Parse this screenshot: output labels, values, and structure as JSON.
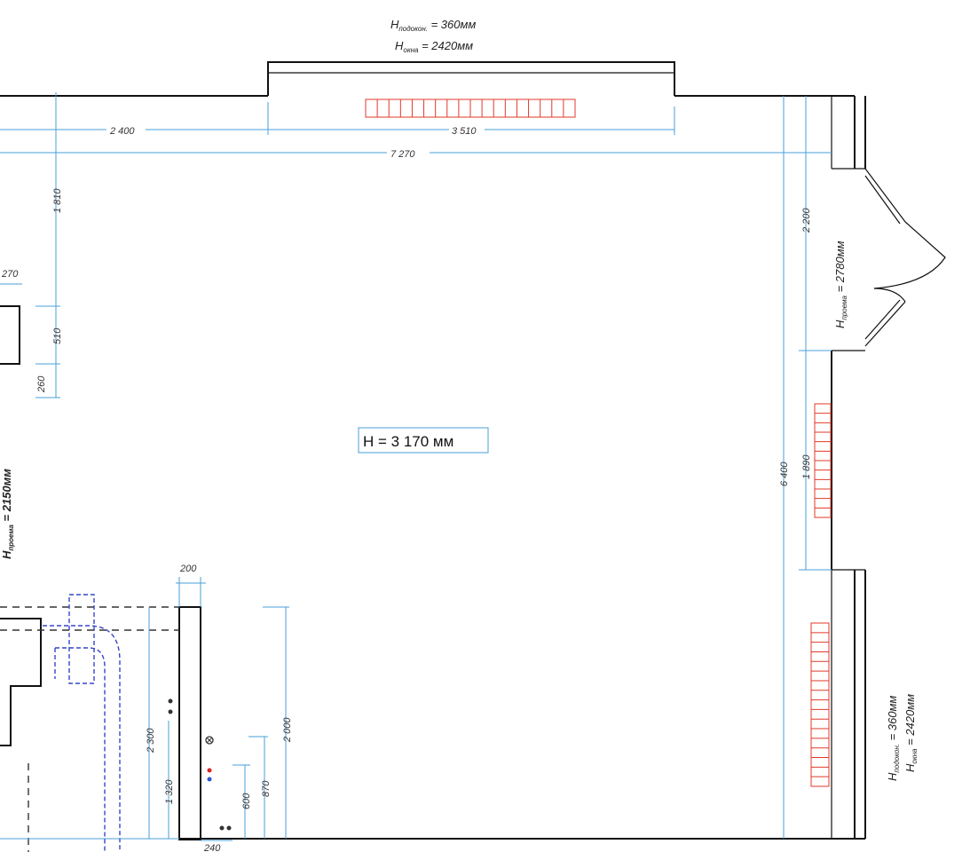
{
  "ceiling_height": "H = 3 170 мм",
  "window_top": {
    "sill": "360мм",
    "window": "2420мм"
  },
  "window_right": {
    "sill": "360мм",
    "window": "2420мм"
  },
  "door_right": {
    "opening": "2780мм"
  },
  "door_left": {
    "opening": "2150мм"
  },
  "dims": {
    "top_2400": "2 400",
    "top_3510": "3 510",
    "top_7270": "7 270",
    "left_1810": "1 810",
    "left_510": "510",
    "left_260": "260",
    "left_270": "270",
    "right_2200": "2 200",
    "right_1890": "1 890",
    "right_6400": "6 400",
    "bottom_200": "200",
    "bottom_2300": "2 300",
    "bottom_1320": "1 320",
    "bottom_2000": "2 000",
    "bottom_870": "870",
    "bottom_600": "600",
    "bottom_240": "240"
  },
  "labels": {
    "H": "H",
    "sub_sill": "подокон.",
    "sub_window": "окна",
    "sub_opening": "проема"
  }
}
